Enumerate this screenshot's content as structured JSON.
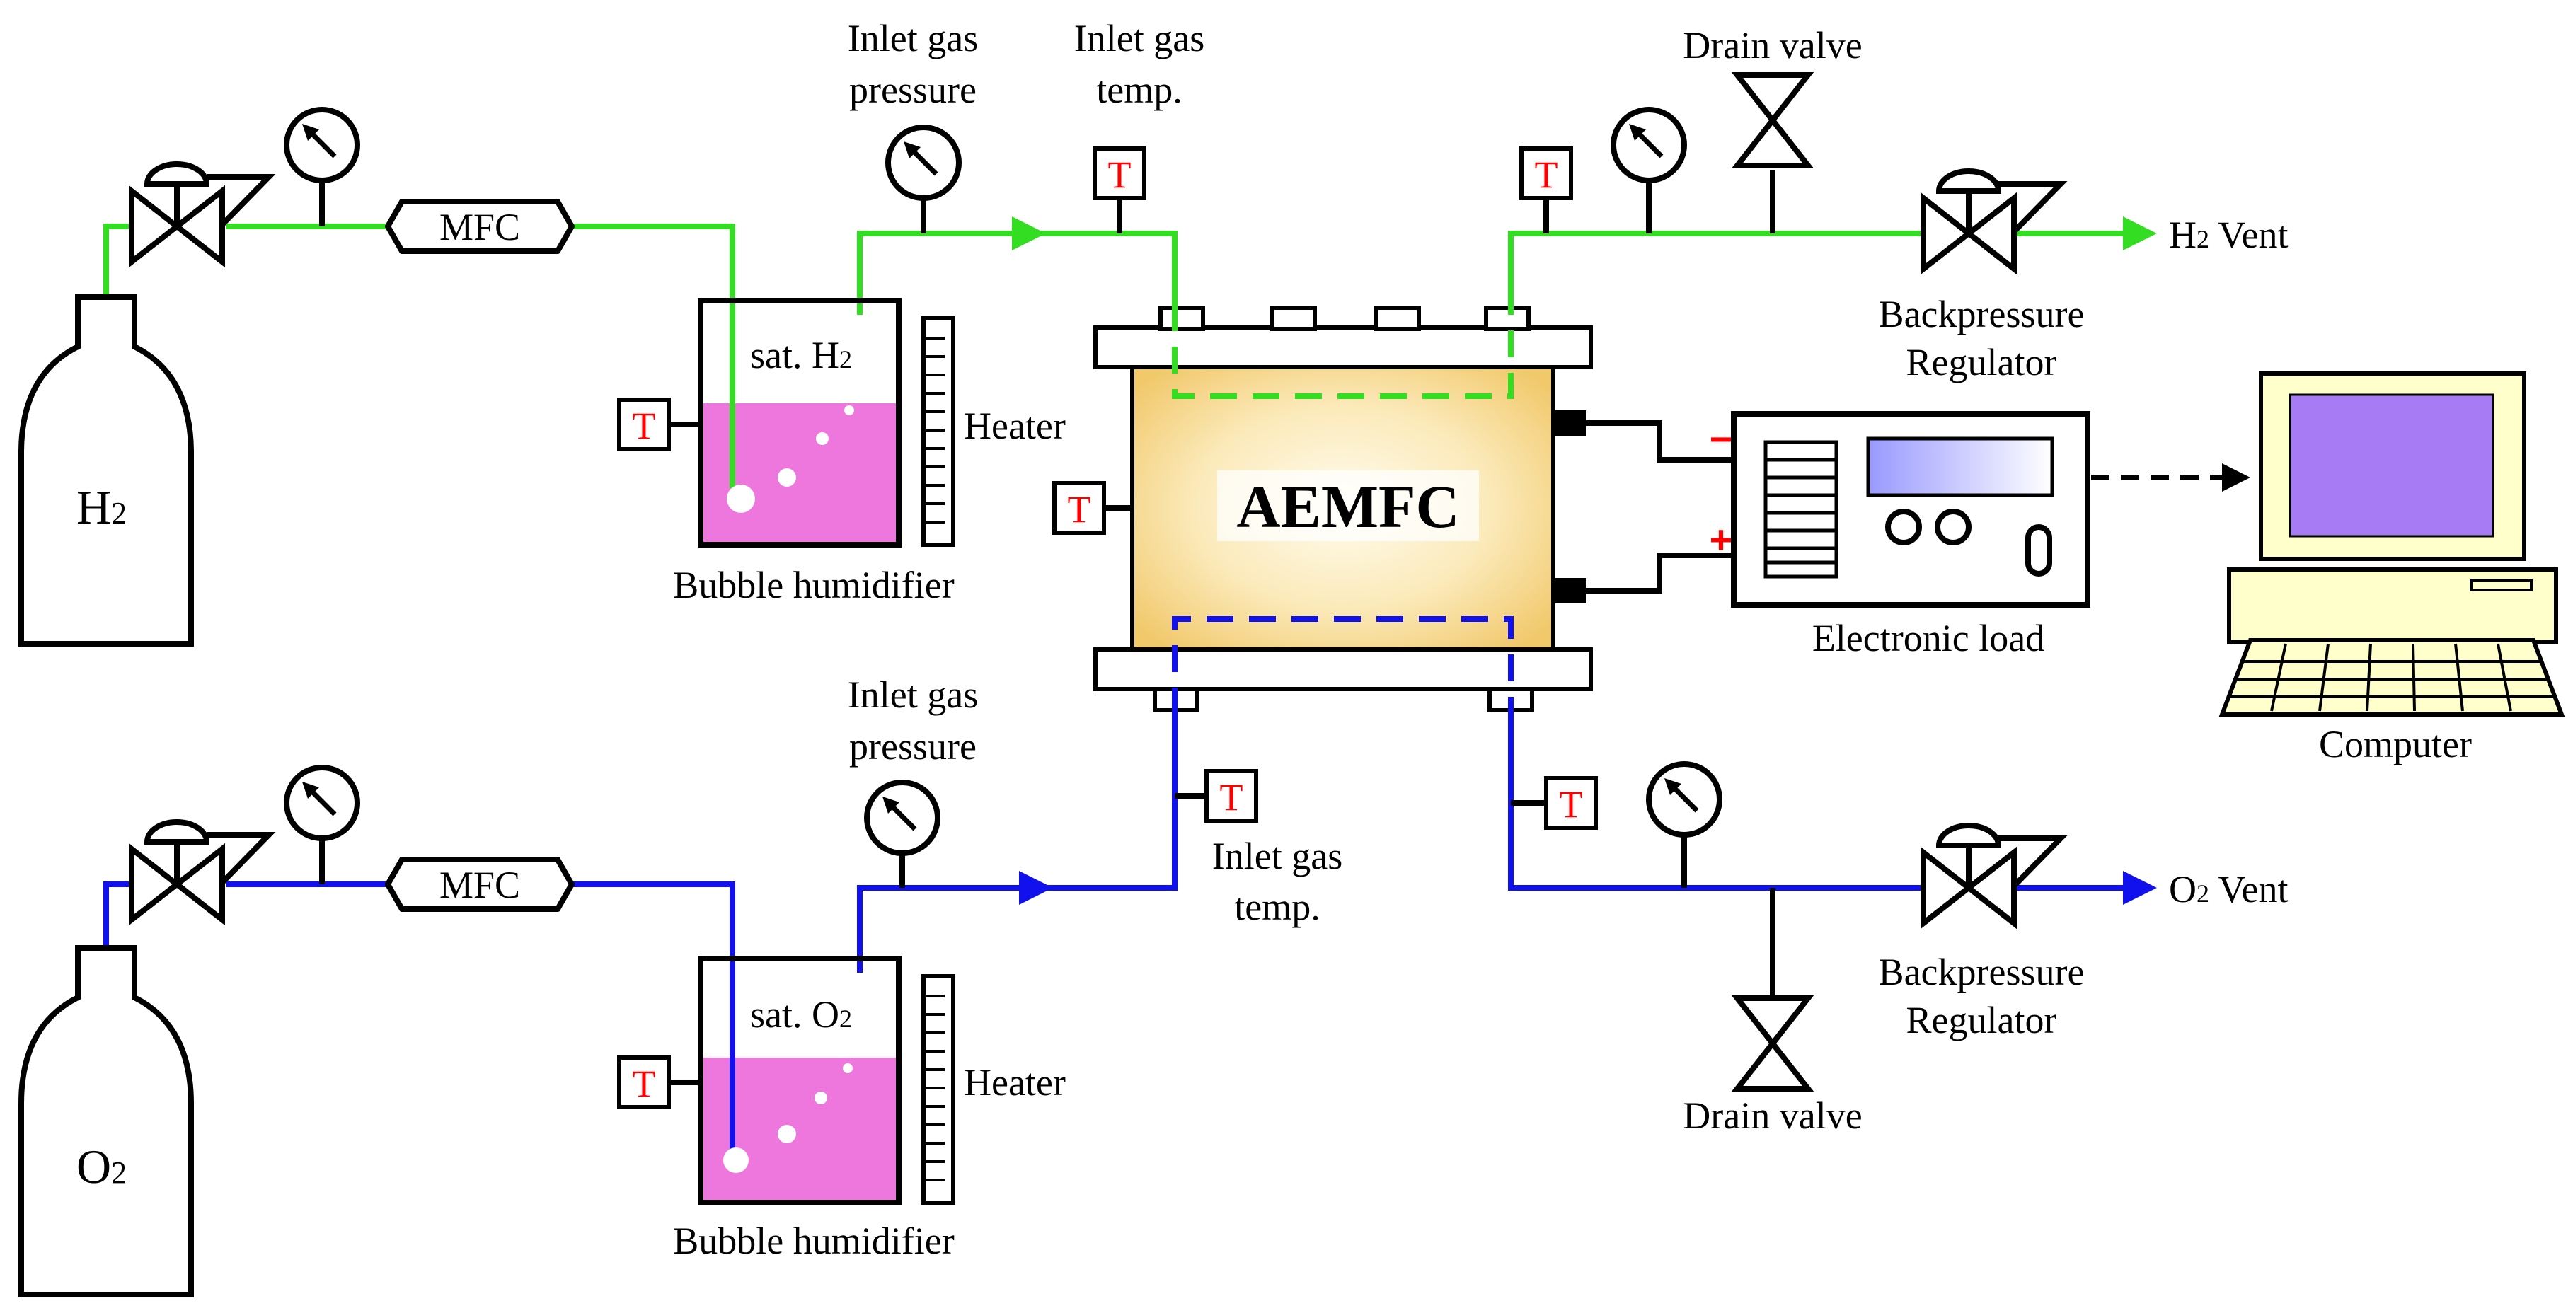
{
  "colors": {
    "h2_line": "#33dd22",
    "o2_line": "#1111ee",
    "liquid": "#ee77dd",
    "cell_center": "#fffdf0",
    "cell_edge": "#f1c86a",
    "screen": "#a77bf3",
    "computer_body": "#ffffcc",
    "thermo_text": "#ff0000",
    "plus": "#ff0000",
    "minus": "#ff0000"
  },
  "cylinders": {
    "h2": {
      "name": "H",
      "sub": "2"
    },
    "o2": {
      "name": "O",
      "sub": "2"
    }
  },
  "labels": {
    "mfc": "MFC",
    "inlet_gas": "Inlet gas",
    "pressure": "pressure",
    "temp": "temp.",
    "drain_valve": "Drain valve",
    "backpressure": "Backpressure",
    "regulator": "Regulator",
    "heater": "Heater",
    "bubble_humidifier": "Bubble humidifier",
    "sat": "sat.",
    "h2_vent_name": "H",
    "h2_vent_sub": "2",
    "h2_vent_word": "Vent",
    "o2_vent_name": "O",
    "o2_vent_sub": "2",
    "o2_vent_word": "Vent",
    "cell": "AEMFC",
    "electronic_load": "Electronic load",
    "computer": "Computer",
    "thermocouple": "T",
    "plus": "+",
    "minus": "−"
  },
  "icons": [
    "gas-cylinder-icon",
    "regulator-valve-icon",
    "pressure-gauge-icon",
    "mfc-icon",
    "humidifier-icon",
    "heater-icon",
    "thermocouple-icon",
    "drain-valve-icon",
    "backpressure-regulator-icon",
    "fuel-cell-icon",
    "electronic-load-icon",
    "computer-icon",
    "flow-arrow-icon"
  ]
}
